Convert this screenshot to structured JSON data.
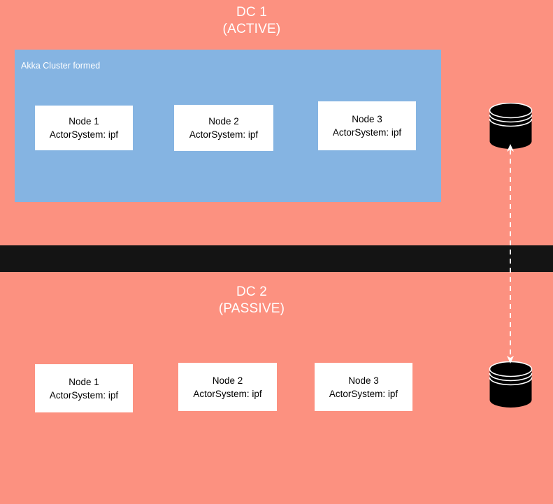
{
  "colors": {
    "region_background": "#fc9180",
    "cluster_box": "#85b4e2",
    "divider_bar": "#141414",
    "node_box": "#ffffff",
    "node_text": "#000000",
    "title_text": "#ffffff",
    "database": "#000000",
    "connector": "#ffffff"
  },
  "dc1": {
    "title_line1": "DC 1",
    "title_line2": "(ACTIVE)",
    "cluster_label": "Akka Cluster formed",
    "nodes": [
      {
        "name": "Node 1",
        "actor_system": "ActorSystem: ipf"
      },
      {
        "name": "Node 2",
        "actor_system": "ActorSystem: ipf"
      },
      {
        "name": "Node 3",
        "actor_system": "ActorSystem: ipf"
      }
    ],
    "database_icon": "database-cylinder-icon"
  },
  "dc2": {
    "title_line1": "DC 2",
    "title_line2": "(PASSIVE)",
    "nodes": [
      {
        "name": "Node 1",
        "actor_system": "ActorSystem: ipf"
      },
      {
        "name": "Node 2",
        "actor_system": "ActorSystem: ipf"
      },
      {
        "name": "Node 3",
        "actor_system": "ActorSystem: ipf"
      }
    ],
    "database_icon": "database-cylinder-icon"
  },
  "connector": {
    "icon": "bidirectional-dashed-arrow-icon",
    "style": "dashed",
    "arrow_heads": "both"
  }
}
